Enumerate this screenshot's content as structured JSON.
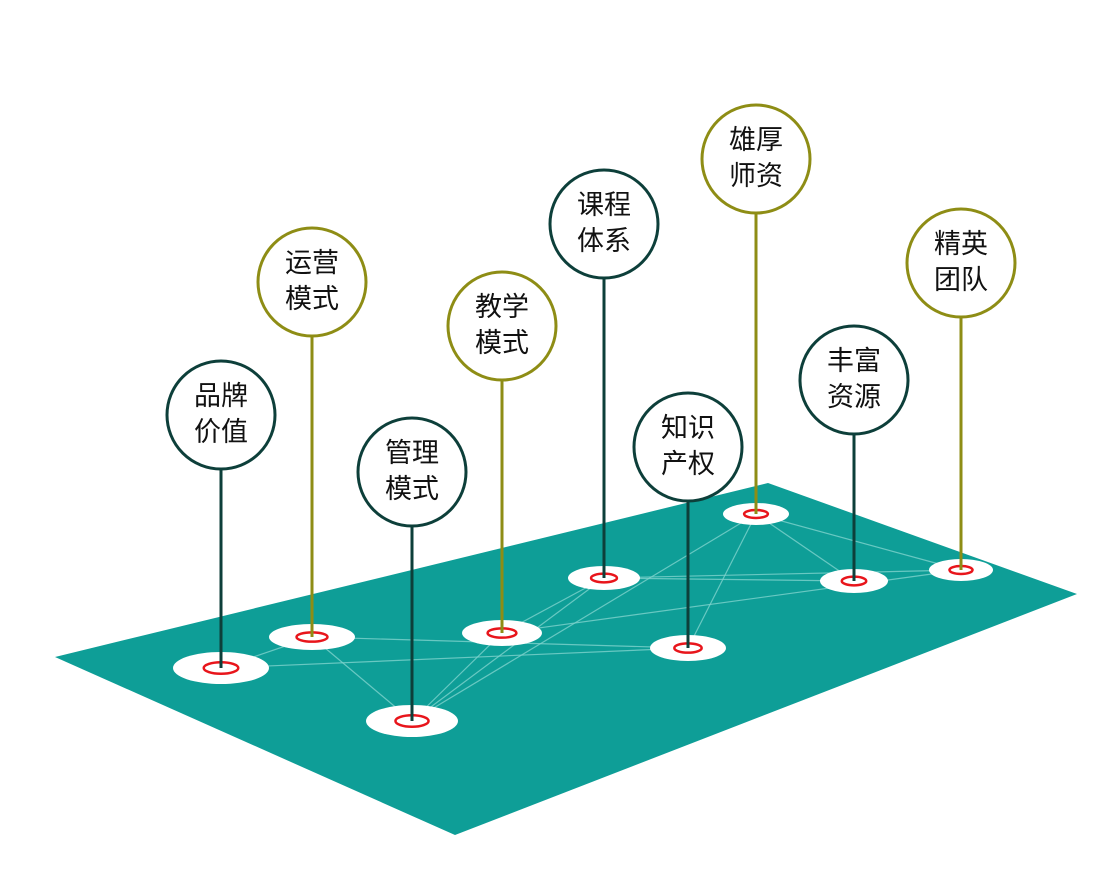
{
  "colors": {
    "platform": "#0e9e97",
    "dark": "#0d3f3a",
    "olive": "#8e8d15",
    "target_ring": "#e8151b",
    "target_disc": "#ffffff",
    "link_line": "#7fd3cd"
  },
  "pins": [
    {
      "id": "brand-value",
      "line1": "品牌",
      "line2": "价值",
      "color_key": "dark"
    },
    {
      "id": "operation-model",
      "line1": "运营",
      "line2": "模式",
      "color_key": "olive"
    },
    {
      "id": "management-model",
      "line1": "管理",
      "line2": "模式",
      "color_key": "dark"
    },
    {
      "id": "teaching-model",
      "line1": "教学",
      "line2": "模式",
      "color_key": "olive"
    },
    {
      "id": "course-system",
      "line1": "课程",
      "line2": "体系",
      "color_key": "dark"
    },
    {
      "id": "intellectual-property",
      "line1": "知识",
      "line2": "产权",
      "color_key": "dark"
    },
    {
      "id": "strong-faculty",
      "line1": "雄厚",
      "line2": "师资",
      "color_key": "olive"
    },
    {
      "id": "rich-resources",
      "line1": "丰富",
      "line2": "资源",
      "color_key": "dark"
    },
    {
      "id": "elite-team",
      "line1": "精英",
      "line2": "团队",
      "color_key": "olive"
    }
  ]
}
